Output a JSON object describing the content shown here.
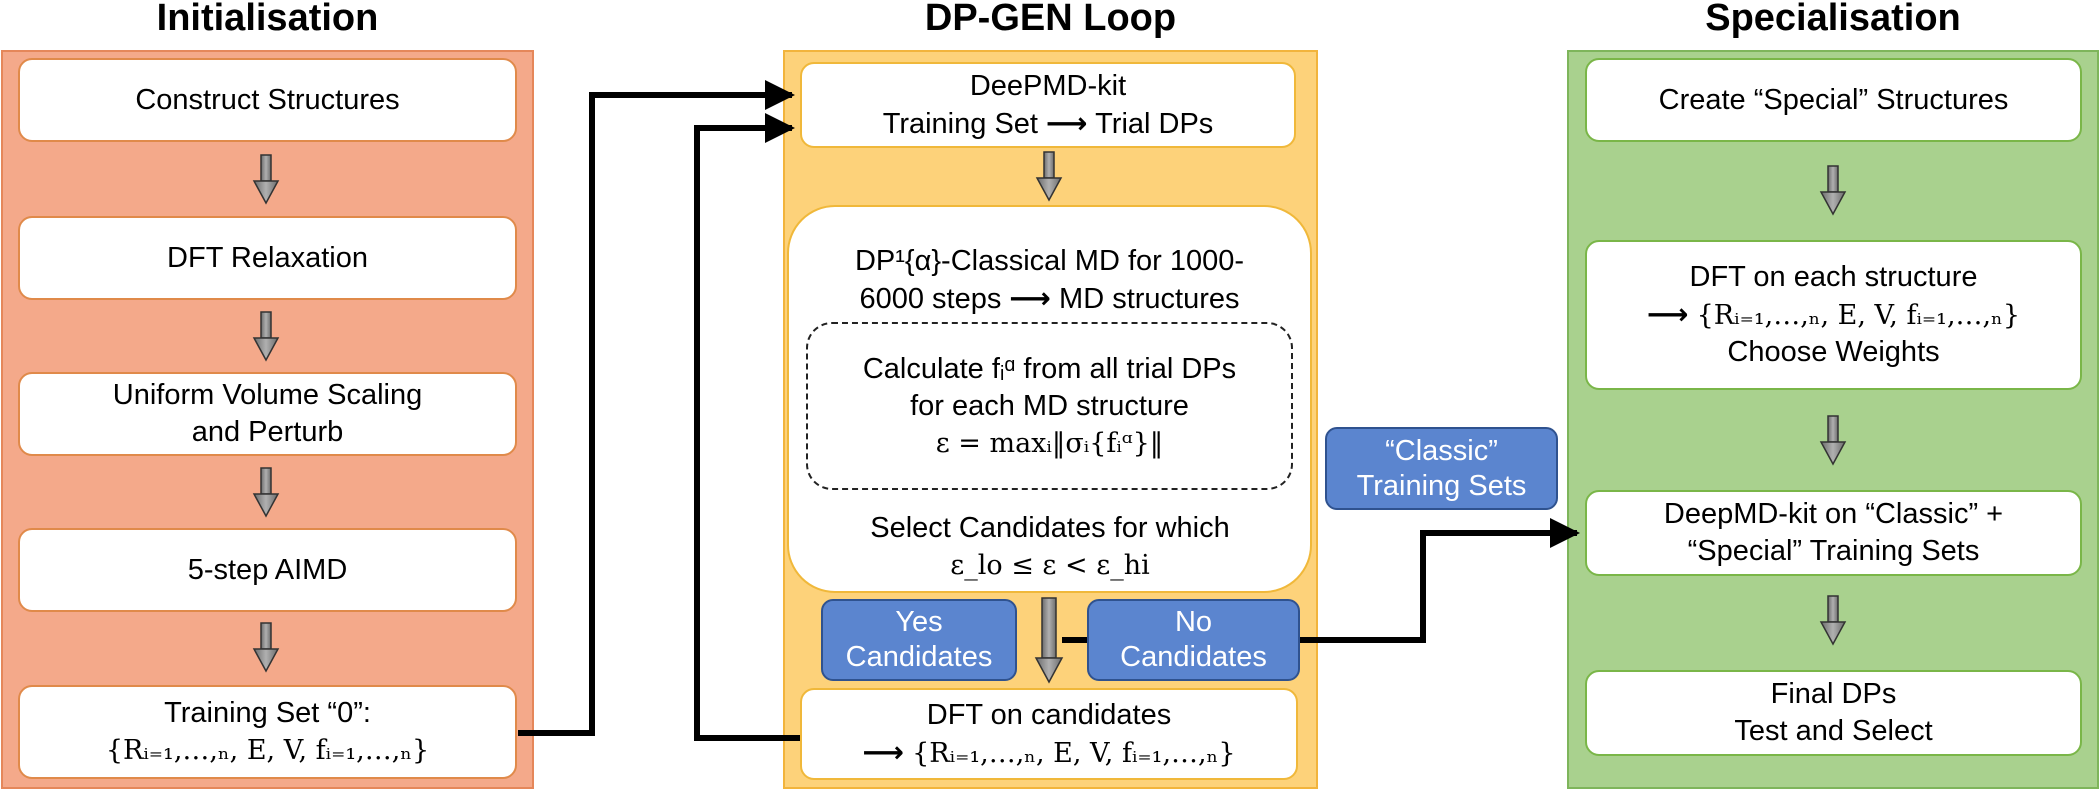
{
  "colors": {
    "init_bg": "#f4a98a",
    "dpgen_bg": "#fdd27a",
    "spec_bg": "#a9d18e",
    "blue_box": "#5b85cf",
    "arrow_gray": "#8c8c8c"
  },
  "initialisation": {
    "title": "Initialisation",
    "steps": [
      "Construct Structures",
      "DFT Relaxation",
      "Uniform Volume Scaling",
      "and Perturb",
      "5-step AIMD"
    ],
    "training_set": {
      "label": "Training Set “0”:",
      "formula": "{Rᵢ₌₁,…,ₙ, E, V, fᵢ₌₁,…,ₙ}"
    }
  },
  "dpgen": {
    "title": "DP-GEN Loop",
    "deepmd": {
      "line1": "DeePMD-kit",
      "left": "Training Set",
      "right": "Trial DPs"
    },
    "md": {
      "line1": "DP¹{α}-Classical MD for 1000-",
      "line2_left": "6000 steps",
      "line2_right": "MD structures",
      "calc1": "Calculate fᵢᵅ from all trial DPs",
      "calc2": "for each MD structure",
      "eps": "ε = maxᵢ‖σᵢ{fᵢᵅ}‖",
      "select": "Select Candidates for which",
      "cond": "ε_lo ≤ ε < ε_hi"
    },
    "yes": [
      "Yes",
      "Candidates"
    ],
    "no": [
      "No",
      "Candidates"
    ],
    "dft": {
      "line1": "DFT on candidates",
      "formula": "{Rᵢ₌₁,…,ₙ, E, V, fᵢ₌₁,…,ₙ}"
    }
  },
  "classic": [
    "“Classic”",
    "Training Sets"
  ],
  "specialisation": {
    "title": "Specialisation",
    "create": "Create “Special” Structures",
    "dft1": "DFT on each structure",
    "formula": "{Rᵢ₌₁,…,ₙ, E, V, fᵢ₌₁,…,ₙ}",
    "weights": "Choose Weights",
    "deepmd1": "DeepMD-kit on “Classic” +",
    "deepmd2": "“Special” Training Sets",
    "final1": "Final DPs",
    "final2": "Test and Select"
  }
}
